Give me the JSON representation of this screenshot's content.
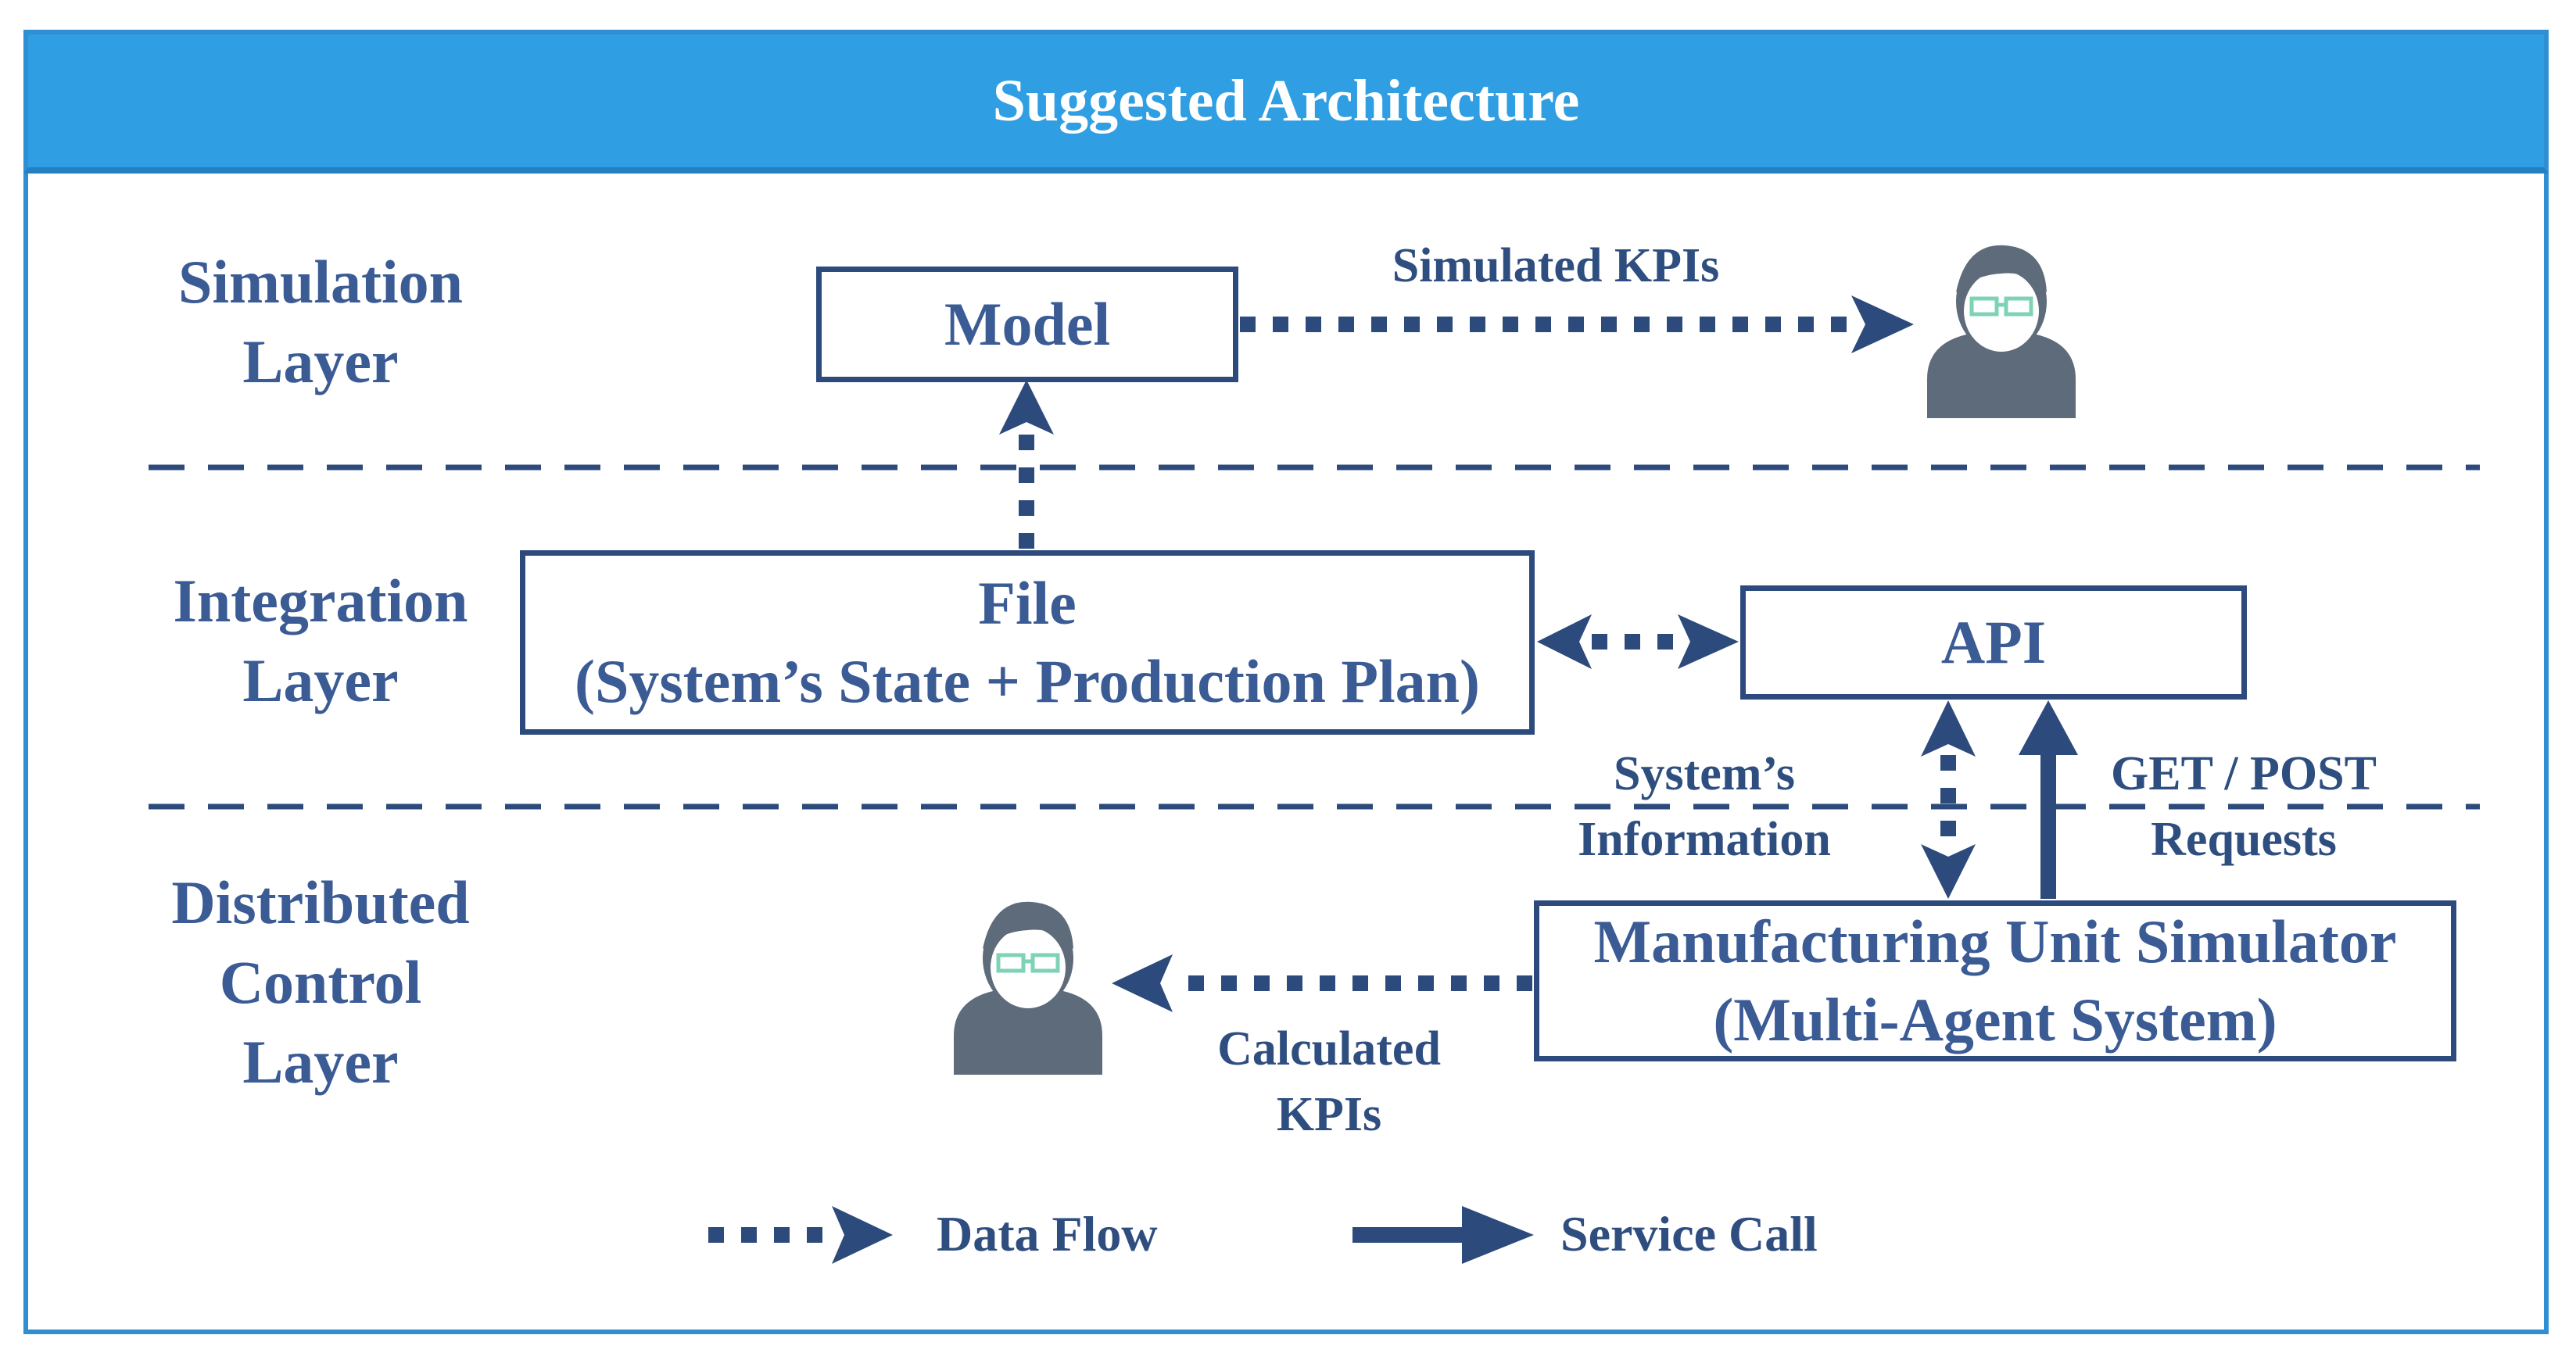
{
  "title": "Suggested Architecture",
  "layers": {
    "simulation": "Simulation\nLayer",
    "integration": "Integration\nLayer",
    "distributed": "Distributed\nControl\nLayer"
  },
  "boxes": {
    "model": "Model",
    "file_line1": "File",
    "file_line2": "(System’s State + Production Plan)",
    "api": "API",
    "mus_line1": "Manufacturing Unit Simulator",
    "mus_line2": "(Multi-Agent System)"
  },
  "flows": {
    "simulated_kpis": "Simulated KPIs",
    "systems_information": "System’s\nInformation",
    "get_post": "GET / POST\nRequests",
    "calculated_kpis": "Calculated\nKPIs"
  },
  "legend": {
    "data_flow": "Data Flow",
    "service_call": "Service Call"
  },
  "icons": [
    "user-icon",
    "user-icon"
  ],
  "colors": {
    "header": "#2f9ee3",
    "frame": "#2f8fd2",
    "text": "#3b5b95",
    "arrow": "#2d4a7c",
    "user": "#5e6b7a",
    "glasses": "#7fd3b5"
  }
}
